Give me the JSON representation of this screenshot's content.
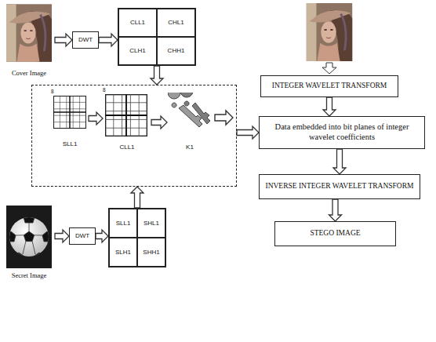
{
  "diagram": {
    "nodes": [
      {
        "text": [
          "Cover Image"
        ]
      },
      {
        "text": [
          "DWT"
        ]
      },
      {
        "text": [
          "CLL1",
          "CHL1",
          "CLH1",
          "CHH1"
        ]
      },
      {
        "text": []
      },
      {
        "text": [
          "8",
          "SLL1"
        ],
        "in": 3
      },
      {
        "text": [
          "8",
          "CLL1"
        ],
        "in": 3
      },
      {
        "text": [
          "K1"
        ],
        "in": 3
      },
      {
        "text": [
          "INTEGER WAVELET TRANSFORM"
        ]
      },
      {
        "text": [
          "Data embedded into bit planes of integer wavelet coefficients"
        ]
      },
      {
        "text": [
          "INVERSE INTEGER WAVELET TRANSFORM"
        ]
      },
      {
        "text": [
          "STEGO IMAGE"
        ]
      },
      {
        "text": [
          "Secret Image"
        ]
      },
      {
        "text": [
          "DWT"
        ]
      },
      {
        "text": [
          "SLL1",
          "SHL1",
          "SLH1",
          "SHH1"
        ]
      }
    ],
    "edges": [
      {
        "from": 0,
        "to": 1,
        "arrow": "to"
      },
      {
        "from": 1,
        "to": 2,
        "arrow": "to"
      },
      {
        "from": 2,
        "to": 3,
        "arrow": "to"
      },
      {
        "from": 4,
        "to": 5,
        "arrow": "to"
      },
      {
        "from": 5,
        "to": 6,
        "arrow": "to"
      },
      {
        "from": 3,
        "to": 8,
        "arrow": "to"
      },
      {
        "from": 7,
        "to": 8,
        "arrow": "to"
      },
      {
        "from": 8,
        "to": 9,
        "arrow": "to"
      },
      {
        "from": 9,
        "to": 10,
        "arrow": "to"
      },
      {
        "from": 11,
        "to": 12,
        "arrow": "to"
      },
      {
        "from": 12,
        "to": 13,
        "arrow": "to"
      },
      {
        "from": 13,
        "to": 3,
        "arrow": "to"
      }
    ]
  }
}
